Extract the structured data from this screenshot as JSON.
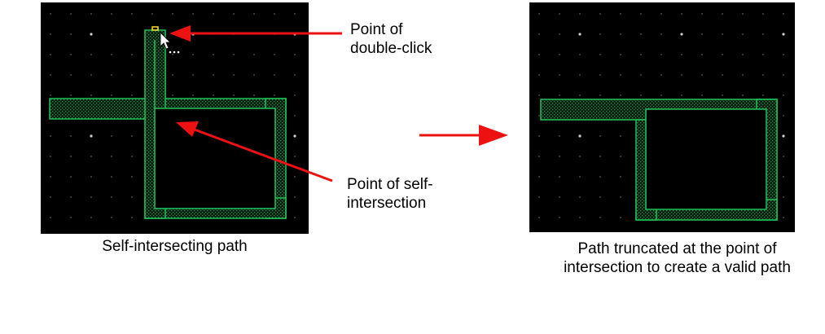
{
  "colors": {
    "canvas_background": "#000000",
    "grid_dot": "#8a8a8a",
    "path_outline": "#1fc45a",
    "path_fill_hatch": "#2f8a4a",
    "arrow": "#ee1111",
    "cursor": "#ffffff",
    "double_click_marker": "#ffe020"
  },
  "left_panel": {
    "caption": "Self-intersecting path",
    "callout_double_click": {
      "line1": "Point of",
      "line2": "double-click"
    },
    "callout_self_intersection": {
      "line1": "Point of self-",
      "line2": "intersection"
    },
    "cursor_icon": "arrow-cursor-icon"
  },
  "transition_arrow_icon": "right-arrow-icon",
  "right_panel": {
    "caption": {
      "line1": "Path truncated at the point of",
      "line2": "intersection to create a valid path"
    }
  }
}
